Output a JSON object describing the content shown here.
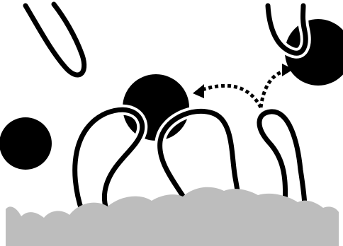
{
  "diagram": {
    "colors": {
      "background": "#ffffff",
      "ink": "#000000",
      "surface": "#bdbdbd",
      "crossing_gap": "#ffffff"
    },
    "elements": [
      {
        "name": "polymer-loop",
        "count": 4
      },
      {
        "name": "polymer-tail",
        "count": 2
      },
      {
        "name": "particle",
        "count": 3
      },
      {
        "name": "arrow",
        "style": "dotted",
        "count": 2
      },
      {
        "name": "surface",
        "count": 1
      }
    ]
  }
}
